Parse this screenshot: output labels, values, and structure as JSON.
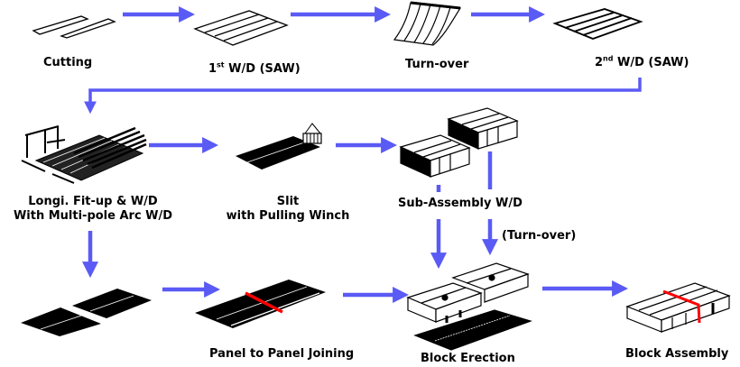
{
  "title": "Panel block welding process flow",
  "colors": {
    "arrow": "#5a5af5",
    "weld_seam": "#ff0000",
    "ink": "#000000"
  },
  "steps": {
    "cutting": {
      "label": "Cutting"
    },
    "first_wd": {
      "label_num": "1",
      "label_sup": "st",
      "label_rest": " W/D (SAW)"
    },
    "turn_over": {
      "label": "Turn-over"
    },
    "second_wd": {
      "label_num": "2",
      "label_sup": "nd",
      "label_rest": " W/D (SAW)"
    },
    "longi": {
      "line1": "Longi. Fit-up & W/D",
      "line2": "With Multi-pole Arc W/D"
    },
    "slit": {
      "line1": "Slit",
      "line2": "with Pulling Winch"
    },
    "sub_assembly": {
      "label": "Sub-Assembly W/D"
    },
    "turn_over_note": {
      "label": "(Turn-over)"
    },
    "panel_joining": {
      "label": "Panel to Panel Joining"
    },
    "block_erection": {
      "label": "Block Erection"
    },
    "block_assembly": {
      "label": "Block Assembly"
    }
  }
}
